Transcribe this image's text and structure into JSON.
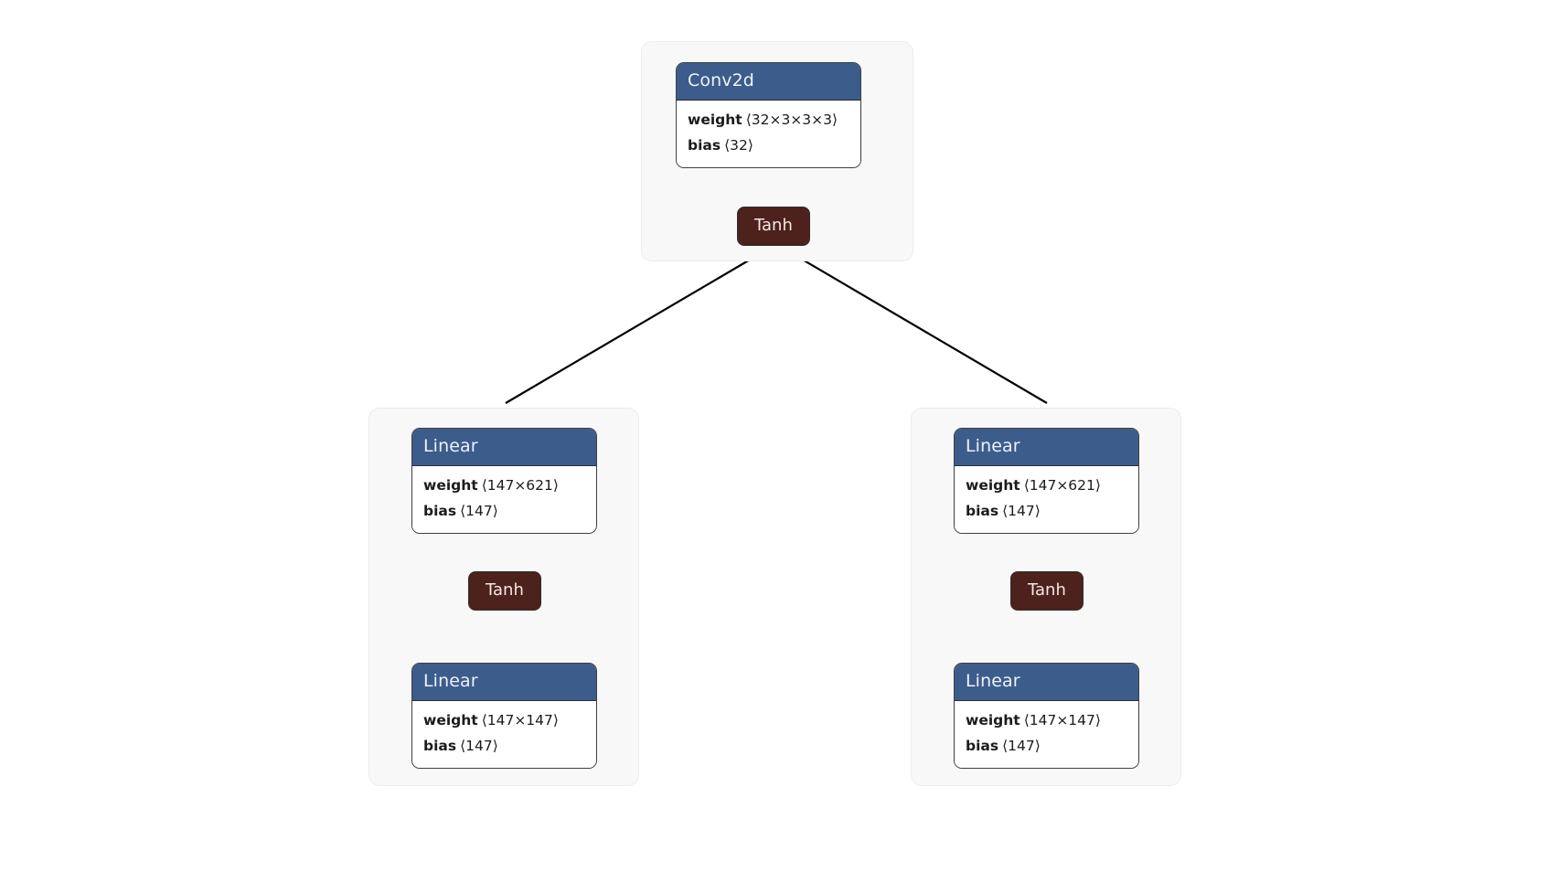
{
  "graph": {
    "type": "module-tree",
    "background_color": "#ffffff",
    "colors": {
      "module_header": "#3c5c8c",
      "module_header_text": "#eef2f7",
      "module_body": "#ffffff",
      "module_border": "#3f3f3f",
      "activation_fill": "#4d211c",
      "activation_text": "#f6e7e4",
      "cluster_fill": "#f8f8f8",
      "edge": "#000000"
    },
    "clusters": [
      {
        "id": "root",
        "nodes": [
          {
            "id": "conv2d",
            "kind": "module",
            "title": "Conv2d",
            "params": [
              {
                "name": "weight",
                "shape": "⟨32×3×3×3⟩"
              },
              {
                "name": "bias",
                "shape": "⟨32⟩"
              }
            ]
          },
          {
            "id": "tanh-root",
            "kind": "activation",
            "title": "Tanh"
          }
        ]
      },
      {
        "id": "left",
        "nodes": [
          {
            "id": "linear-l1",
            "kind": "module",
            "title": "Linear",
            "params": [
              {
                "name": "weight",
                "shape": "⟨147×621⟩"
              },
              {
                "name": "bias",
                "shape": "⟨147⟩"
              }
            ]
          },
          {
            "id": "tanh-left",
            "kind": "activation",
            "title": "Tanh"
          },
          {
            "id": "linear-l2",
            "kind": "module",
            "title": "Linear",
            "params": [
              {
                "name": "weight",
                "shape": "⟨147×147⟩"
              },
              {
                "name": "bias",
                "shape": "⟨147⟩"
              }
            ]
          }
        ]
      },
      {
        "id": "right",
        "nodes": [
          {
            "id": "linear-r1",
            "kind": "module",
            "title": "Linear",
            "params": [
              {
                "name": "weight",
                "shape": "⟨147×621⟩"
              },
              {
                "name": "bias",
                "shape": "⟨147⟩"
              }
            ]
          },
          {
            "id": "tanh-right",
            "kind": "activation",
            "title": "Tanh"
          },
          {
            "id": "linear-r2",
            "kind": "module",
            "title": "Linear",
            "params": [
              {
                "name": "weight",
                "shape": "⟨147×147⟩"
              },
              {
                "name": "bias",
                "shape": "⟨147⟩"
              }
            ]
          }
        ]
      }
    ],
    "edges": [
      {
        "from": "conv2d",
        "to": "tanh-root",
        "arrow": true
      },
      {
        "from": "tanh-root",
        "to": "left-cluster",
        "arrow": false
      },
      {
        "from": "tanh-root",
        "to": "right-cluster",
        "arrow": false
      },
      {
        "from": "linear-l1",
        "to": "tanh-left",
        "arrow": true
      },
      {
        "from": "tanh-left",
        "to": "linear-l2",
        "arrow": true
      },
      {
        "from": "linear-r1",
        "to": "tanh-right",
        "arrow": true
      },
      {
        "from": "tanh-right",
        "to": "linear-r2",
        "arrow": true
      }
    ]
  }
}
